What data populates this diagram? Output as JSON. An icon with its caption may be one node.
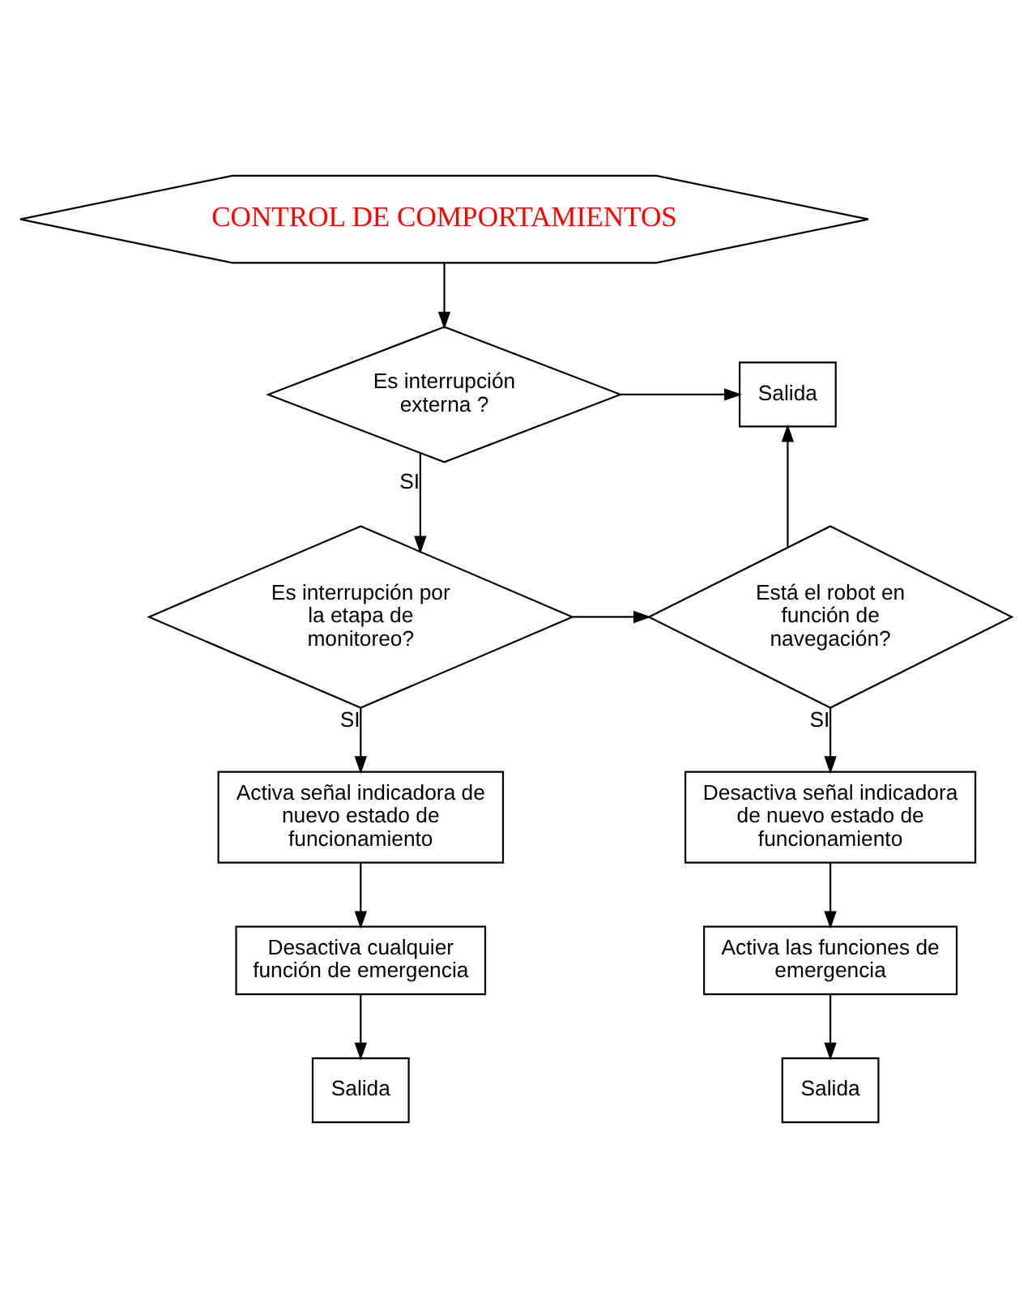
{
  "diagram": {
    "nodes": [
      {
        "text": [
          "CONTROL DE COMPORTAMIENTOS"
        ]
      },
      {
        "text": [
          "Es interrupción externa ?"
        ]
      },
      {
        "text": [
          "Salida"
        ]
      },
      {
        "text": [
          "Es interrupción por la etapa de monitoreo?"
        ]
      },
      {
        "text": [
          "Está el robot en función de navegación?"
        ]
      },
      {
        "text": [
          "Activa señal indicadora de nuevo estado de funcionamiento"
        ]
      },
      {
        "text": [
          "Desactiva señal indicadora de nuevo estado de funcionamiento"
        ]
      },
      {
        "text": [
          "Desactiva cualquier función de emergencia"
        ]
      },
      {
        "text": [
          "Activa las funciones de emergencia"
        ]
      },
      {
        "text": [
          "Salida"
        ]
      },
      {
        "text": [
          "Salida"
        ]
      }
    ],
    "edges": [
      {
        "from": 0,
        "to": 1,
        "arrow": "to"
      },
      {
        "from": 1,
        "to": 2,
        "arrow": "to"
      },
      {
        "from": 1,
        "to": 3,
        "arrow": "to",
        "label": "SI"
      },
      {
        "from": 3,
        "to": 4,
        "arrow": "to"
      },
      {
        "from": 4,
        "to": 2,
        "arrow": "to"
      },
      {
        "from": 3,
        "to": 5,
        "arrow": "to",
        "label": "SI"
      },
      {
        "from": 4,
        "to": 6,
        "arrow": "to",
        "label": "SI"
      },
      {
        "from": 5,
        "to": 7,
        "arrow": "to"
      },
      {
        "from": 6,
        "to": 8,
        "arrow": "to"
      },
      {
        "from": 7,
        "to": 9,
        "arrow": "to"
      },
      {
        "from": 8,
        "to": 10,
        "arrow": "to"
      }
    ]
  }
}
